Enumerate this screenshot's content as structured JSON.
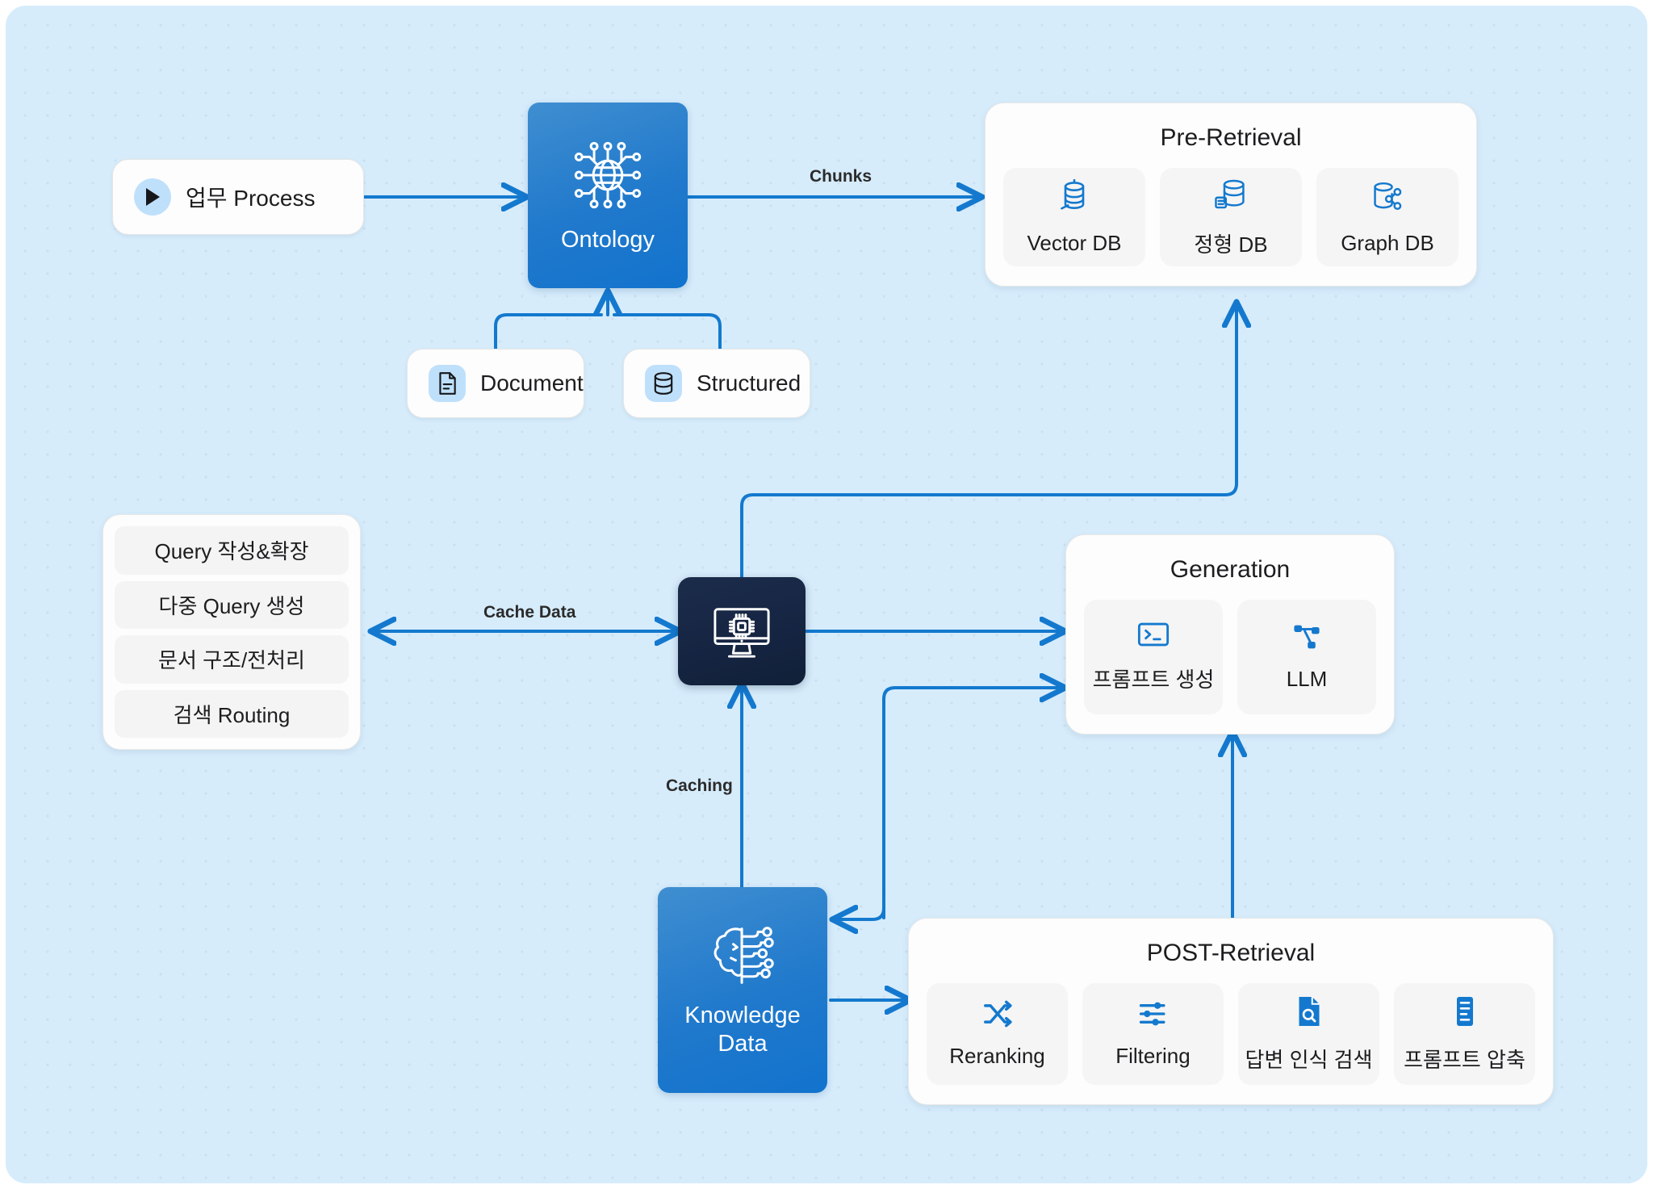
{
  "canvas": {
    "background_color": "#d6ecfb",
    "accent_color": "#1479ce",
    "dark_color": "#152441"
  },
  "nodes": {
    "business_process": {
      "label": "업무 Process",
      "icon": "play-icon"
    },
    "ontology": {
      "label": "Ontology",
      "icon": "ontology-globe-network-icon"
    },
    "document": {
      "label": "Document",
      "icon": "document-file-icon"
    },
    "structured": {
      "label": "Structured",
      "icon": "database-icon"
    },
    "orchestrator": {
      "label": "",
      "icon": "monitor-chip-icon"
    },
    "knowledge_data": {
      "label_line1": "Knowledge",
      "label_line2": "Data",
      "icon": "brain-circuit-icon"
    }
  },
  "panels": {
    "pre_retrieval": {
      "title": "Pre-Retrieval",
      "tiles": [
        {
          "label": "Vector DB",
          "icon": "vector-db-icon"
        },
        {
          "label": "정형 DB",
          "icon": "structured-db-icon"
        },
        {
          "label": "Graph DB",
          "icon": "graph-db-icon"
        }
      ]
    },
    "generation": {
      "title": "Generation",
      "tiles": [
        {
          "label": "프롬프트 생성",
          "icon": "terminal-icon"
        },
        {
          "label": "LLM",
          "icon": "share-network-icon"
        }
      ]
    },
    "post_retrieval": {
      "title": "POST-Retrieval",
      "tiles": [
        {
          "label": "Reranking",
          "icon": "shuffle-icon"
        },
        {
          "label": "Filtering",
          "icon": "sliders-icon"
        },
        {
          "label": "답변 인식 검색",
          "icon": "document-search-icon"
        },
        {
          "label": "프롬프트 압축",
          "icon": "compress-document-icon"
        }
      ]
    }
  },
  "query_stack": {
    "items": [
      {
        "label": "Query 작성&확장"
      },
      {
        "label": "다중 Query 생성"
      },
      {
        "label": "문서 구조/전처리"
      },
      {
        "label": "검색 Routing"
      }
    ]
  },
  "edge_labels": {
    "chunks": "Chunks",
    "cache_data": "Cache Data",
    "caching": "Caching"
  }
}
